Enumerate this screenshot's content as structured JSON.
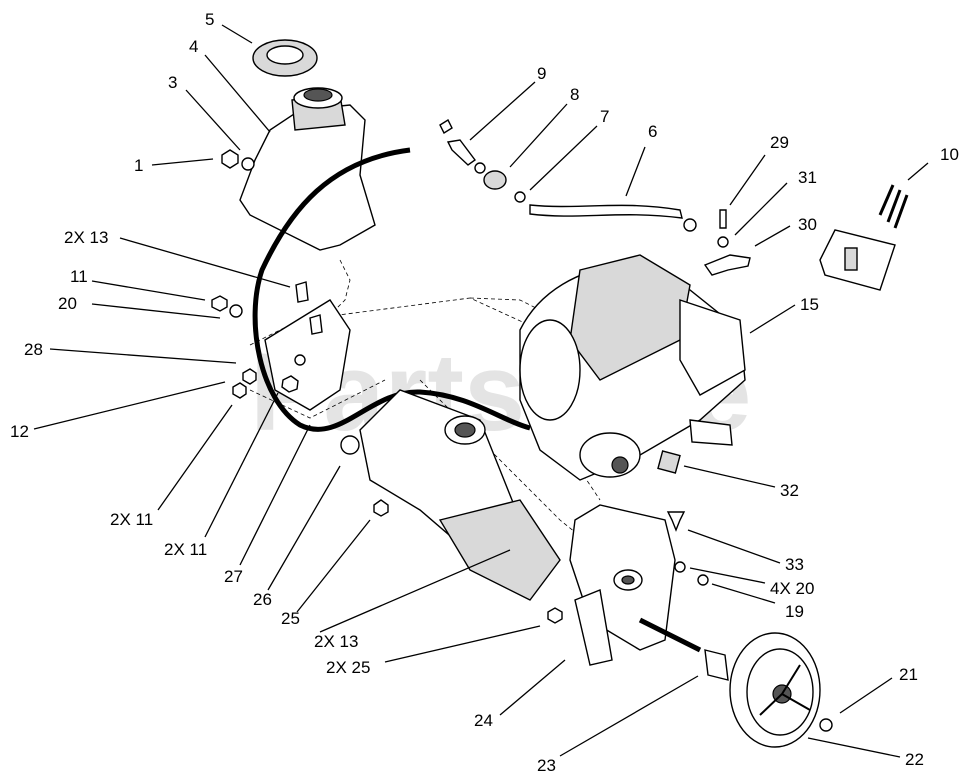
{
  "watermark": "PartsTree",
  "callouts": [
    {
      "id": "c1",
      "text": "1"
    },
    {
      "id": "c2",
      "text": "3"
    },
    {
      "id": "c3",
      "text": "4"
    },
    {
      "id": "c4",
      "text": "5"
    },
    {
      "id": "c5",
      "text": "2X 13"
    },
    {
      "id": "c6",
      "text": "11"
    },
    {
      "id": "c7",
      "text": "20"
    },
    {
      "id": "c8",
      "text": "28"
    },
    {
      "id": "c9",
      "text": "12"
    },
    {
      "id": "c10",
      "text": "2X 11"
    },
    {
      "id": "c11",
      "text": "2X 11"
    },
    {
      "id": "c12",
      "text": "27"
    },
    {
      "id": "c13",
      "text": "26"
    },
    {
      "id": "c14",
      "text": "25"
    },
    {
      "id": "c15",
      "text": "2X 13"
    },
    {
      "id": "c16",
      "text": "2X 25"
    },
    {
      "id": "c17",
      "text": "24"
    },
    {
      "id": "c18",
      "text": "23"
    },
    {
      "id": "c19",
      "text": "9"
    },
    {
      "id": "c20",
      "text": "8"
    },
    {
      "id": "c21",
      "text": "7"
    },
    {
      "id": "c22",
      "text": "6"
    },
    {
      "id": "c23",
      "text": "29"
    },
    {
      "id": "c24",
      "text": "31"
    },
    {
      "id": "c25",
      "text": "30"
    },
    {
      "id": "c26",
      "text": "10"
    },
    {
      "id": "c27",
      "text": "15"
    },
    {
      "id": "c28",
      "text": "32"
    },
    {
      "id": "c29",
      "text": "33"
    },
    {
      "id": "c30",
      "text": "4X 20"
    },
    {
      "id": "c31",
      "text": "19"
    },
    {
      "id": "c32",
      "text": "21"
    },
    {
      "id": "c33",
      "text": "22"
    }
  ]
}
